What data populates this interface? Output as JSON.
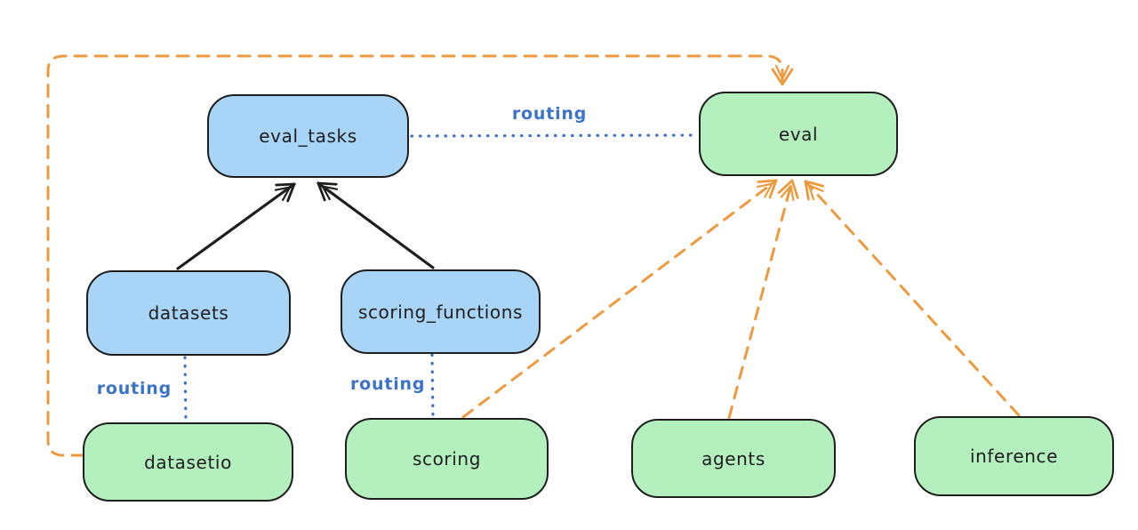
{
  "diagram": {
    "description": "Architecture diagram showing eval resources and API routing",
    "background": "#ffffff"
  },
  "colors": {
    "resource_fill_blue": "#a7d4f7",
    "api_fill_green": "#b4efbe",
    "stroke_dark": "#1e1e1e",
    "routing_blue": "#3c73c9",
    "dependency_orange": "#ec9a3d"
  },
  "nodes": [
    {
      "id": "eval_tasks",
      "label": "eval_tasks",
      "color": "blue"
    },
    {
      "id": "eval",
      "label": "eval",
      "color": "green"
    },
    {
      "id": "datasets",
      "label": "datasets",
      "color": "blue"
    },
    {
      "id": "scoring_functions",
      "label": "scoring_functions",
      "color": "blue"
    },
    {
      "id": "datasetio",
      "label": "datasetio",
      "color": "green"
    },
    {
      "id": "scoring",
      "label": "scoring",
      "color": "green"
    },
    {
      "id": "agents",
      "label": "agents",
      "color": "green"
    },
    {
      "id": "inference",
      "label": "inference",
      "color": "green"
    }
  ],
  "edges": [
    {
      "from": "datasets",
      "to": "eval_tasks",
      "style": "solid-arrow",
      "color": "black"
    },
    {
      "from": "scoring_functions",
      "to": "eval_tasks",
      "style": "solid-arrow",
      "color": "black"
    },
    {
      "from": "eval_tasks",
      "to": "eval",
      "style": "dotted",
      "color": "blue",
      "label": "routing"
    },
    {
      "from": "datasets",
      "to": "datasetio",
      "style": "dotted",
      "color": "blue",
      "label": "routing"
    },
    {
      "from": "scoring_functions",
      "to": "scoring",
      "style": "dotted",
      "color": "blue",
      "label": "routing"
    },
    {
      "from": "datasetio",
      "to": "eval",
      "style": "dashed-arrow",
      "color": "orange"
    },
    {
      "from": "scoring",
      "to": "eval",
      "style": "dashed-arrow",
      "color": "orange"
    },
    {
      "from": "agents",
      "to": "eval",
      "style": "dashed-arrow",
      "color": "orange"
    },
    {
      "from": "inference",
      "to": "eval",
      "style": "dashed-arrow",
      "color": "orange"
    }
  ]
}
